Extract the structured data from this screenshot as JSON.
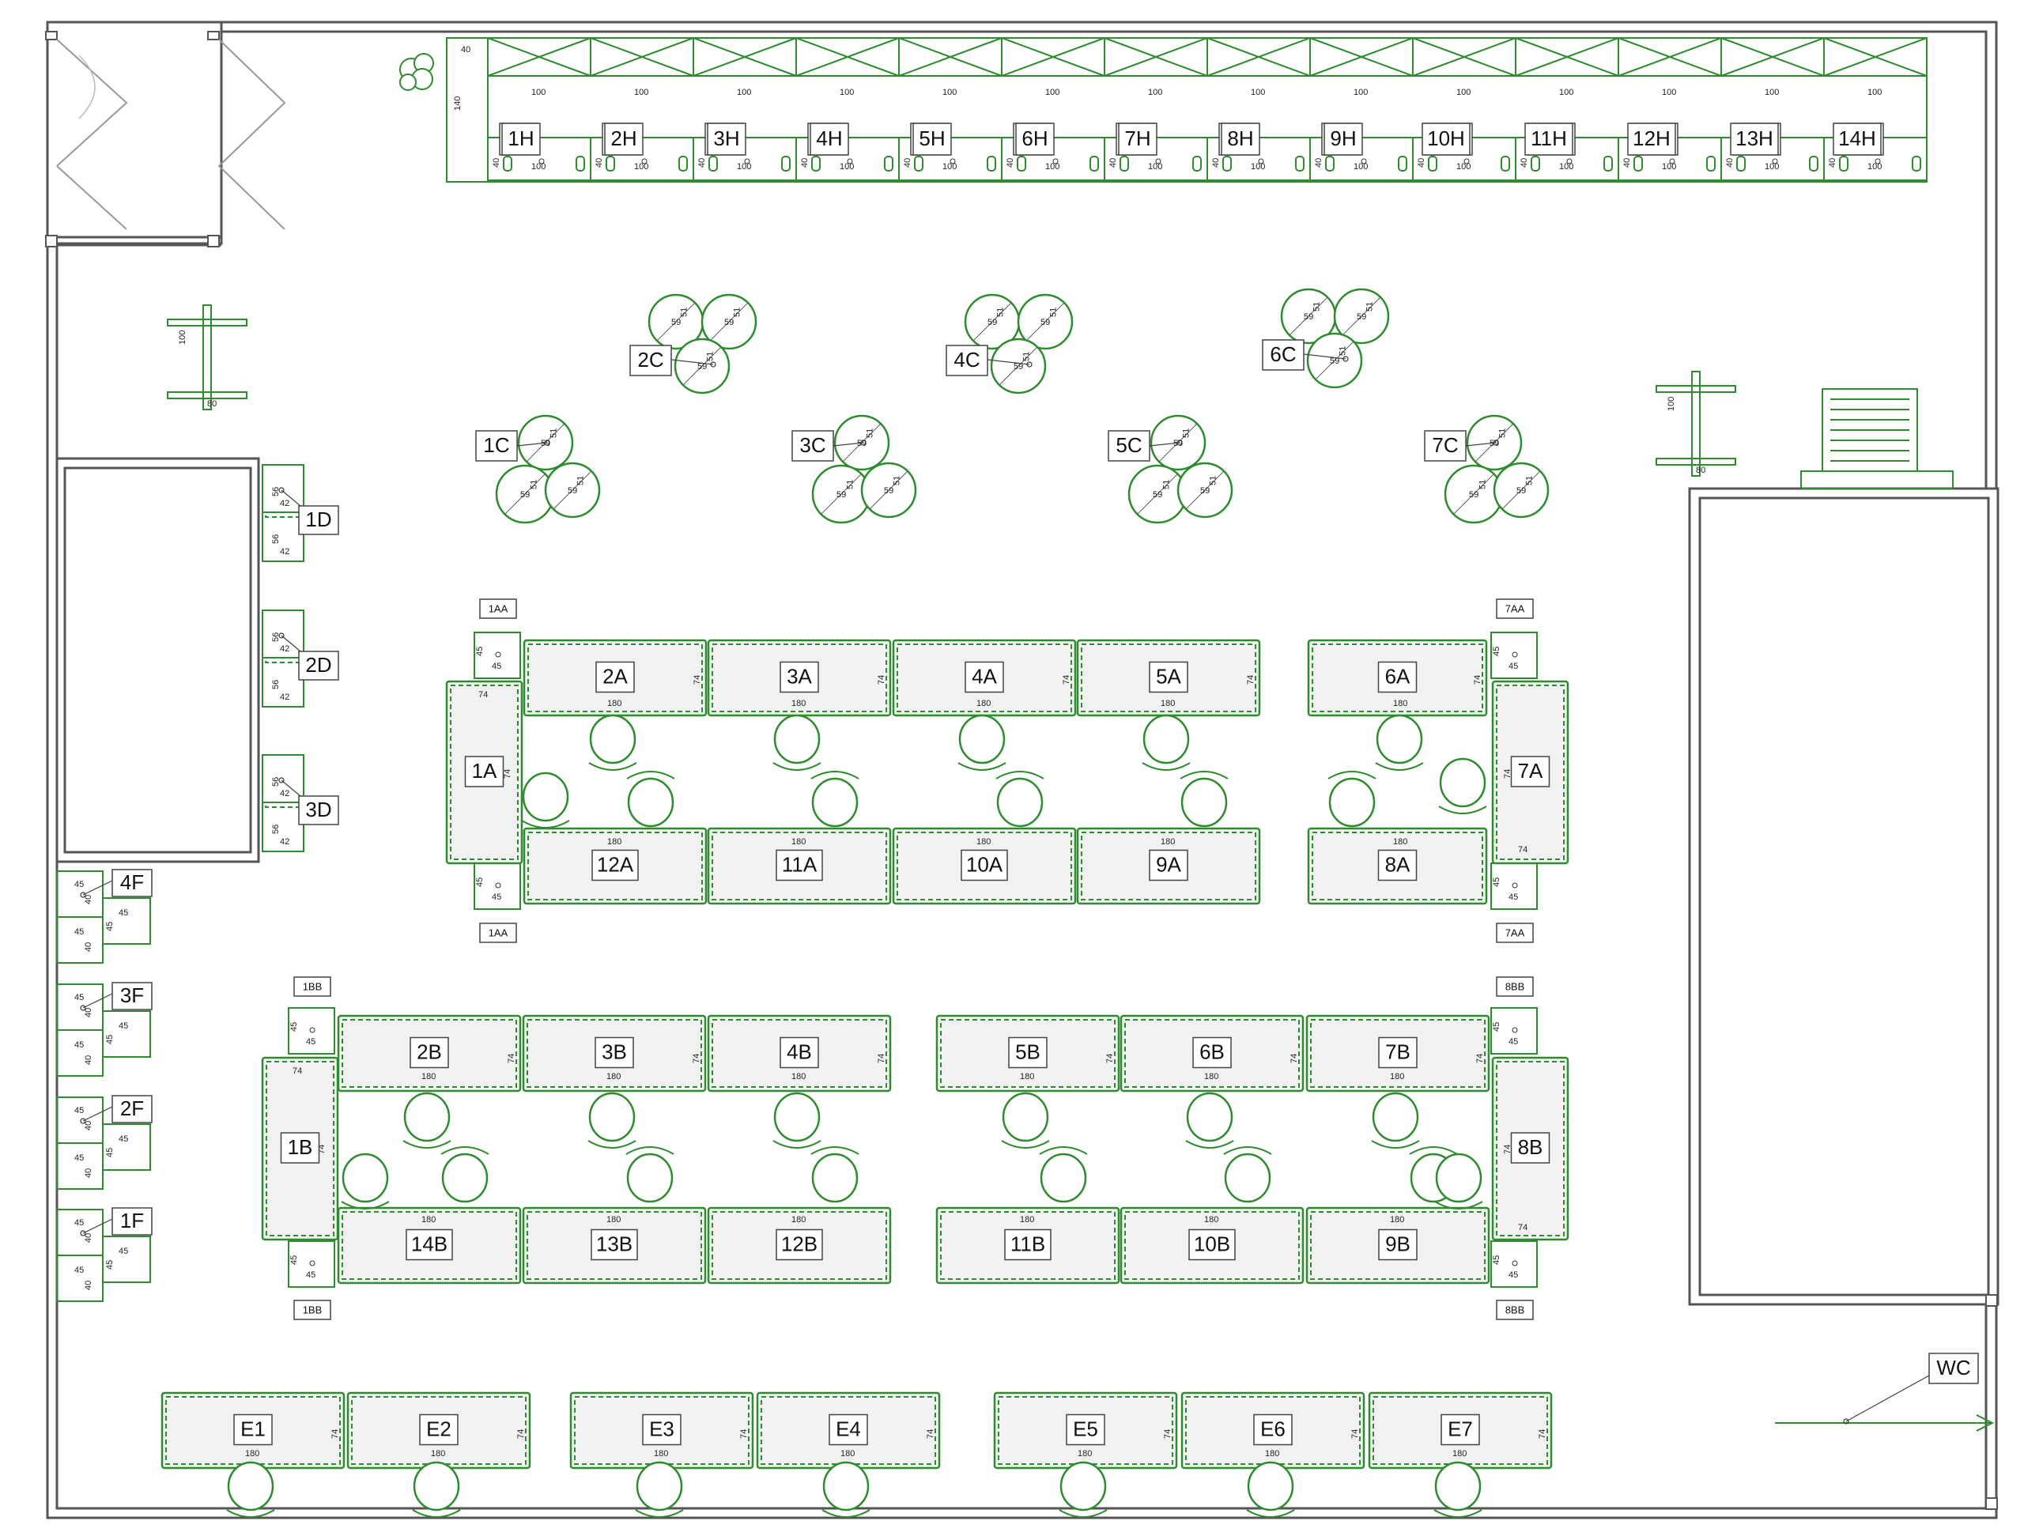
{
  "colors": {
    "furniture": "#2e8b2e",
    "wall": "#555555",
    "desk_fill": "#f2f2f2",
    "background": "#ffffff"
  },
  "icons": {
    "plant": "plant-icon",
    "stairs": "stairs-icon",
    "door": "door-icon",
    "arrow": "arrow-right-icon"
  },
  "dims": {
    "shelf_w": "100",
    "shelf_d": "40",
    "shelf_h": "140",
    "desk_w": "180",
    "desk_d": "74",
    "cab_w": "45",
    "cab_w2": "42",
    "cab_d": "56",
    "f_cab": "40",
    "chair_w": "59",
    "chair_d": "51",
    "coat_w": "80",
    "coat_h": "100"
  },
  "labels": {
    "h": [
      "1H",
      "2H",
      "3H",
      "4H",
      "5H",
      "6H",
      "7H",
      "8H",
      "9H",
      "10H",
      "11H",
      "12H",
      "13H",
      "14H"
    ],
    "c": [
      "1C",
      "2C",
      "3C",
      "4C",
      "5C",
      "6C",
      "7C"
    ],
    "d": [
      "1D",
      "2D",
      "3D"
    ],
    "f": [
      "1F",
      "2F",
      "3F",
      "4F"
    ],
    "a_top": [
      "2A",
      "3A",
      "4A",
      "5A",
      "6A"
    ],
    "a_bottom": [
      "12A",
      "11A",
      "10A",
      "9A",
      "8A"
    ],
    "a_side": [
      "1A",
      "7A"
    ],
    "aa": [
      "1AA",
      "7AA"
    ],
    "b_top": [
      "2B",
      "3B",
      "4B",
      "5B",
      "6B",
      "7B"
    ],
    "b_bottom": [
      "14B",
      "13B",
      "12B",
      "11B",
      "10B",
      "9B"
    ],
    "b_side": [
      "1B",
      "8B"
    ],
    "bb": [
      "1BB",
      "8BB"
    ],
    "e": [
      "E1",
      "E2",
      "E3",
      "E4",
      "E5",
      "E6",
      "E7"
    ],
    "wc": "WC"
  }
}
